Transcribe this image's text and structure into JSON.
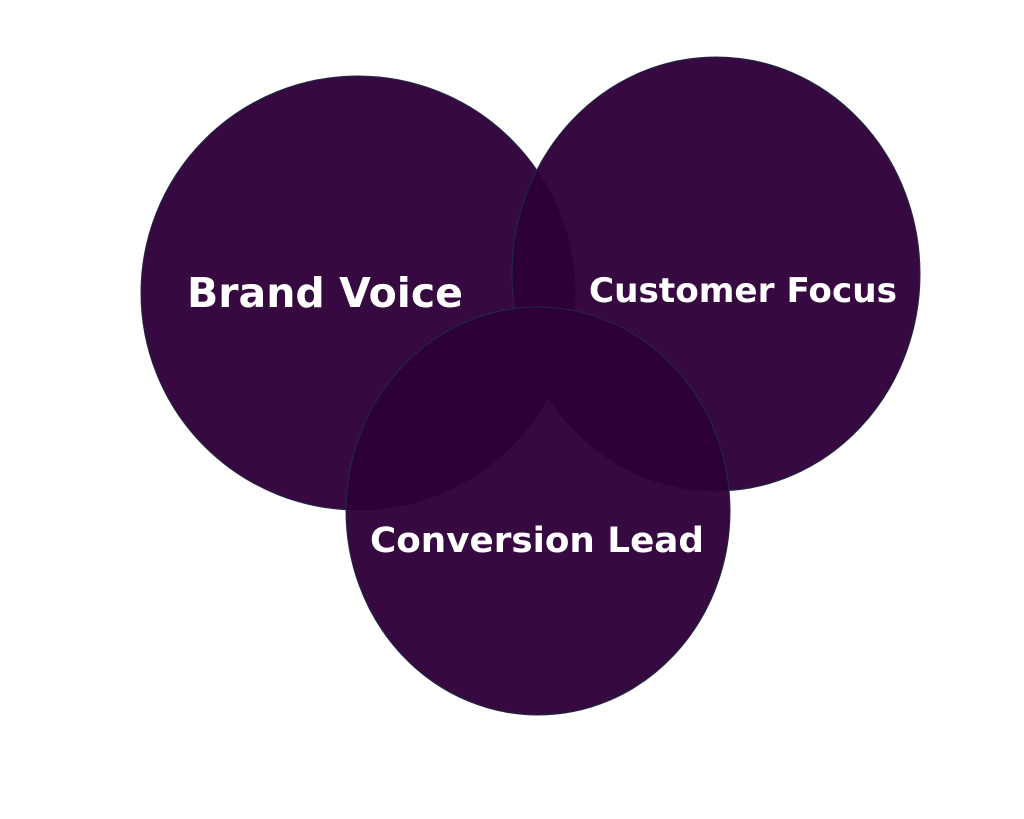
{
  "diagram": {
    "type": "venn",
    "colors": {
      "circle_fill": "#2e0038",
      "circle_stroke": "#1f2a44",
      "label": "#ffffff",
      "background": "#ffffff"
    },
    "sets": [
      {
        "id": "brand",
        "label": "Brand Voice"
      },
      {
        "id": "customer",
        "label": "Customer Focus"
      },
      {
        "id": "conversion",
        "label": "Conversion Lead"
      }
    ]
  }
}
